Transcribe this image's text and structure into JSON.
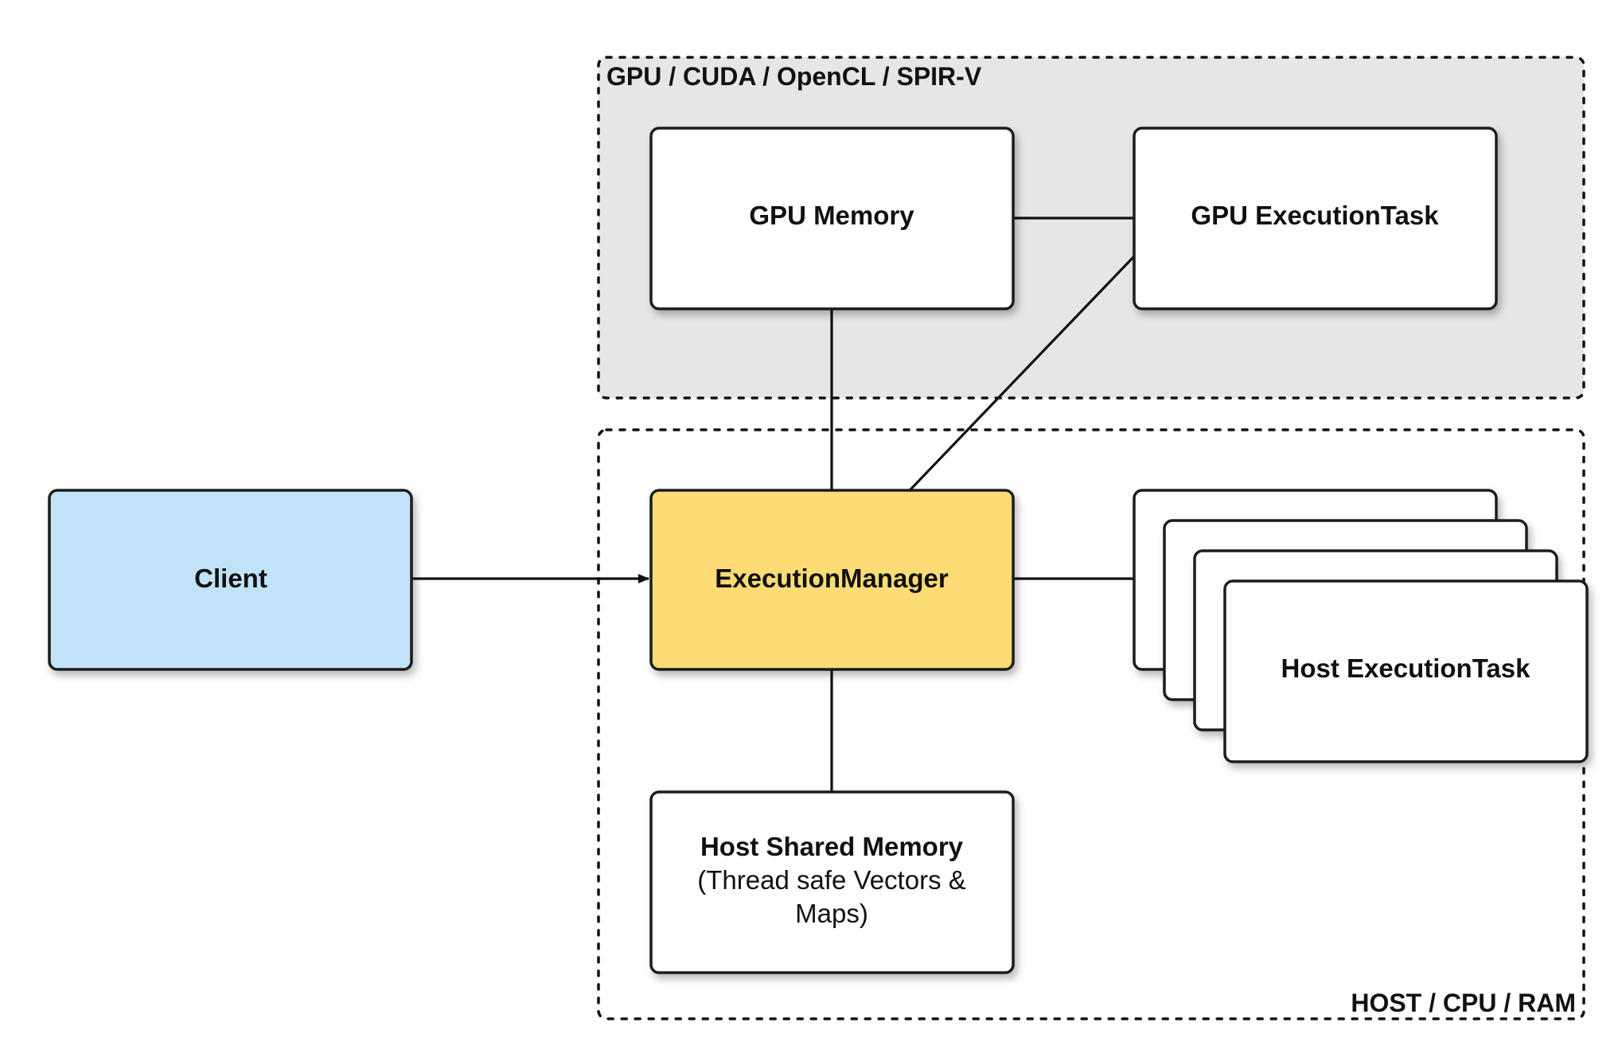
{
  "colors": {
    "client_fill": "#c2e3f7",
    "manager_fill": "#fddc76",
    "node_fill": "#ffffff",
    "gpu_region_fill": "#e6e6e6",
    "host_region_fill": "#ffffff",
    "stroke": "#1a1a1a"
  },
  "regions": {
    "gpu": {
      "label": "GPU / CUDA / OpenCL / SPIR-V"
    },
    "host": {
      "label": "HOST / CPU / RAM"
    }
  },
  "nodes": {
    "client": {
      "title": "Client"
    },
    "execution_manager": {
      "title": "ExecutionManager"
    },
    "gpu_memory": {
      "title": "GPU Memory"
    },
    "gpu_execution_task": {
      "title": "GPU ExecutionTask"
    },
    "host_execution_task": {
      "title": "Host ExecutionTask",
      "stack_count": 4
    },
    "host_shared_memory": {
      "title": "Host Shared Memory",
      "subtitle_line1": "(Thread safe Vectors &",
      "subtitle_line2": "Maps)"
    }
  },
  "edges": [
    {
      "from": "client",
      "to": "execution_manager",
      "arrow": true
    },
    {
      "from": "execution_manager",
      "to": "gpu_memory",
      "arrow": false
    },
    {
      "from": "execution_manager",
      "to": "gpu_execution_task",
      "arrow": false
    },
    {
      "from": "gpu_memory",
      "to": "gpu_execution_task",
      "arrow": false
    },
    {
      "from": "execution_manager",
      "to": "host_execution_task",
      "arrow": false
    },
    {
      "from": "execution_manager",
      "to": "host_shared_memory",
      "arrow": false
    }
  ]
}
